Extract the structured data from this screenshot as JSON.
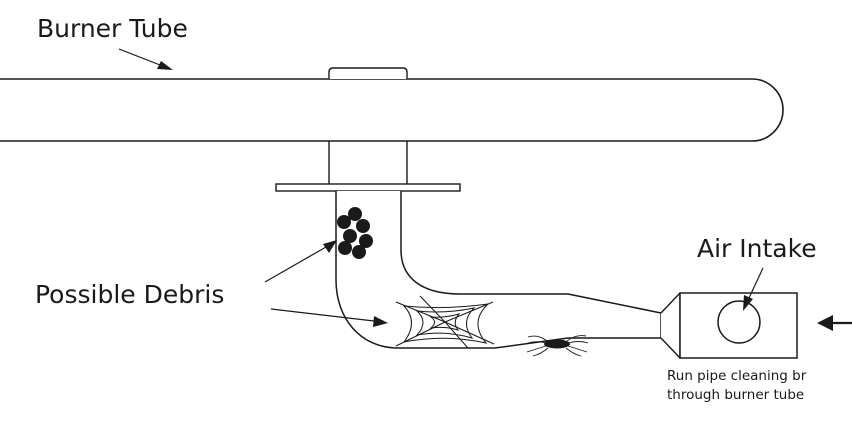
{
  "labels": {
    "burner_tube": "Burner Tube",
    "air_intake": "Air Intake",
    "possible_debris": "Possible Debris",
    "instruction_line_1": "Run pipe cleaning br",
    "instruction_line_2": "through burner tube"
  },
  "colors": {
    "line": "#1a1a1a",
    "debris": "#1a1a1a",
    "background": "#ffffff"
  },
  "icons": {
    "insert_arrow": "arrow-left-icon"
  }
}
